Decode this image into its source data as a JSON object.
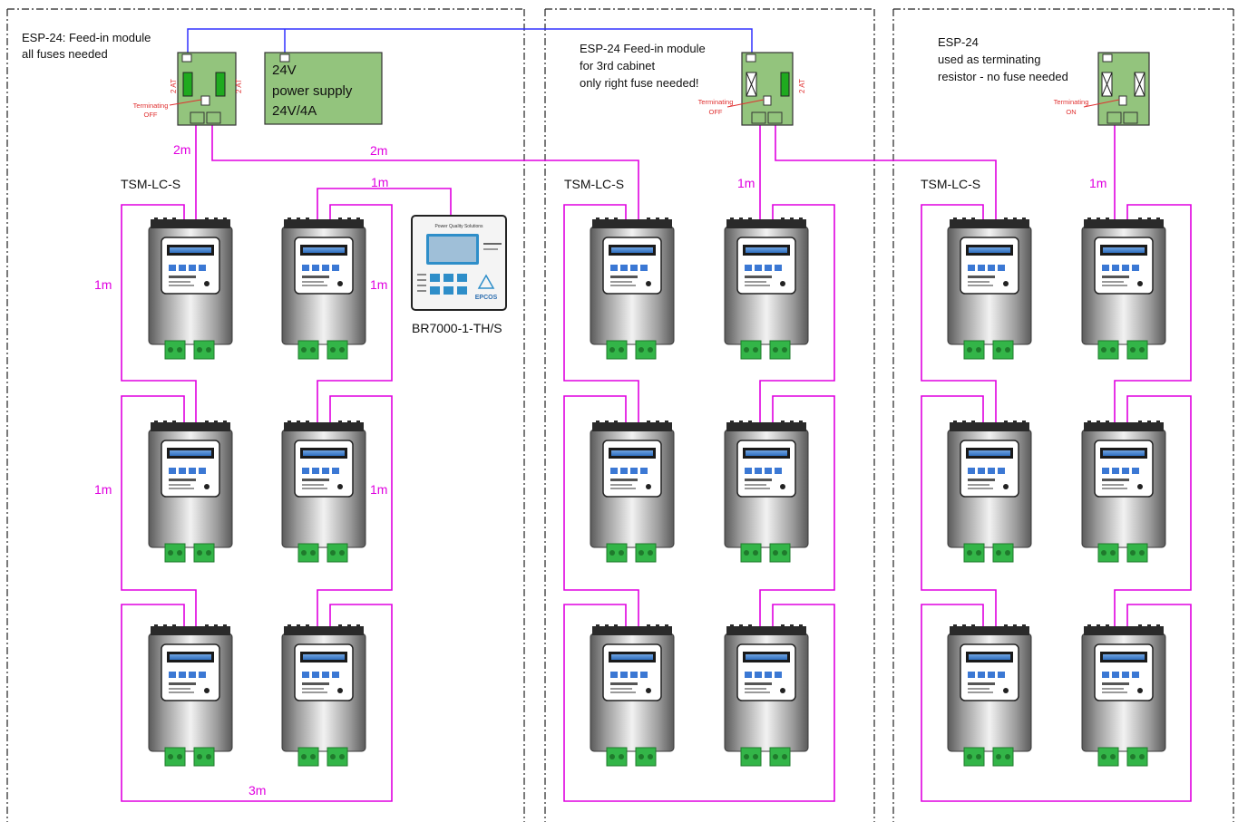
{
  "colors": {
    "bus_cable": "#e000e0",
    "power_cable": "#3030ff",
    "module_green": "#93c47d",
    "module_border": "#333333",
    "fuse_green": "#1faa1f",
    "annotation_red": "#e03030",
    "cabinet_border": "#222222"
  },
  "cabinet1": {
    "esp_label_line1": "ESP-24:  Feed-in module",
    "esp_label_line2": "all fuses needed",
    "fuse_left": "2 AT",
    "fuse_right": "2 AT",
    "terminating_line1": "Terminating",
    "terminating_line2": "OFF",
    "psu_line1": "24V",
    "psu_line2": "power supply",
    "psu_line3": "24V/4A",
    "cable_left": "2m",
    "cable_right": "2m",
    "cable_top": "1m",
    "cable_left_row1": "1m",
    "cable_right_row1": "1m",
    "cable_left_row2": "1m",
    "cable_right_row2": "1m",
    "cable_bottom": "3m",
    "controller_name": "TSM-LC-S",
    "br_label": "BR7000-1-TH/S",
    "br_header": "Power Quality Solutions",
    "br_brand": "EPCOS"
  },
  "cabinet2": {
    "esp_label_line1": "ESP-24 Feed-in module",
    "esp_label_line2": "for 3rd cabinet",
    "esp_label_line3": "only right fuse needed!",
    "fuse_right": "2 AT",
    "terminating_line1": "Terminating",
    "terminating_line2": "OFF",
    "cable_top": "1m",
    "controller_name": "TSM-LC-S"
  },
  "cabinet3": {
    "esp_label_line1": "ESP-24",
    "esp_label_line2": "used as terminating",
    "esp_label_line3": "resistor - no fuse needed",
    "terminating_line1": "Terminating",
    "terminating_line2": "ON",
    "cable_top": "1m",
    "controller_name": "TSM-LC-S"
  },
  "device": {
    "panel_name": "TSM-LC-S"
  }
}
